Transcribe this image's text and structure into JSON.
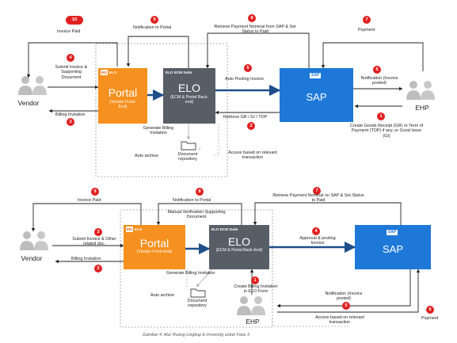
{
  "caption": "Gambar 4: Alur Ruang Lingkup E-Invoicing untuk Fase 3",
  "top": {
    "actors": {
      "vendor": "Vendor",
      "ehp": "EHP"
    },
    "portal": {
      "tag_ms": "MS",
      "tag_elo": "ELO",
      "title": "Portal",
      "subtitle": "(Vendor Front-End)"
    },
    "elo": {
      "tag": "ELO ECM Suite",
      "title": "ELO",
      "subtitle": "(ECM & Portal Back-end)"
    },
    "sap": {
      "logo": "SAP",
      "title": "SAP"
    },
    "repository": "Document repository",
    "auto_archive": "Auto archive",
    "generate_billing": "Generate Billing Invitation",
    "access": "Access based on relevant transaction",
    "steps": [
      {
        "num": "1",
        "text": "Create Goods Receipt (GR) or Term of Payment (TOP) if any, or Good Issue (GI)"
      },
      {
        "num": "2",
        "text": "Retrieve GR / GI / TOP"
      },
      {
        "num": "3",
        "text": "Billing Invitation"
      },
      {
        "num": "4",
        "text": "Submit Invoice & Supporting Document"
      },
      {
        "num": "5",
        "text": "Auto Posting Invoice"
      },
      {
        "num": "6",
        "text": "Notification (Invoice posted)"
      },
      {
        "num": "7",
        "text": "Payment"
      },
      {
        "num": "8",
        "text": "Retrieve Payment Nominal from SAP & Set Status to Paid"
      },
      {
        "num": "9",
        "text": "Notification to Portal"
      },
      {
        "num": "10",
        "text": "Invoice Paid"
      }
    ]
  },
  "bottom": {
    "actors": {
      "vendor": "Vendor",
      "ehp": "EHP"
    },
    "portal": {
      "tag_ms": "MS",
      "tag_elo": "ELO",
      "title": "Portal",
      "subtitle": "(Vendor Front-End)"
    },
    "elo": {
      "tag": "ELO ECM Suite",
      "title": "ELO",
      "subtitle": "(ECM & Portal Back-End)"
    },
    "sap": {
      "logo": "SAP",
      "title": "SAP"
    },
    "repository": "Document repository",
    "auto_archive": "Auto archive",
    "generate_billing": "Generate Billing Invitation",
    "manual_verification": "Manual Verification Supporting Document",
    "access": "Access based on relevant transaction",
    "steps": [
      {
        "num": "1",
        "text": "Create Billing Invitation in ELO Form"
      },
      {
        "num": "2",
        "text": "Billing Invitation"
      },
      {
        "num": "3",
        "text": "Submit Invoice & Other related doc."
      },
      {
        "num": "4",
        "text": "Approval & posting Invoice"
      },
      {
        "num": "5",
        "text": "Notification (Invoice posted)"
      },
      {
        "num": "6",
        "text": "Payment"
      },
      {
        "num": "7",
        "text": "Retrieve Payment Nominal on SAP & Set Status to Paid"
      },
      {
        "num": "8",
        "text": "Notification to Portal"
      },
      {
        "num": "9",
        "text": "Invoice Paid"
      }
    ]
  }
}
